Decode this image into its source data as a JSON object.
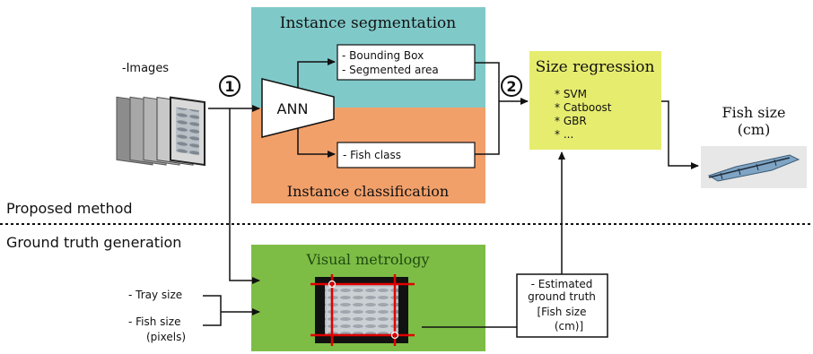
{
  "images_label": "-Images",
  "step1": "1",
  "step2": "2",
  "instance_segmentation": {
    "title": "Instance segmentation",
    "outputs": [
      "- Bounding Box",
      "- Segmented area"
    ]
  },
  "instance_classification": {
    "title": "Instance classification",
    "outputs": [
      "- Fish class"
    ]
  },
  "ann_label": "ANN",
  "size_regression": {
    "title": "Size regression",
    "methods": [
      "* SVM",
      "* Catboost",
      "* GBR",
      "* ..."
    ]
  },
  "fish_size": {
    "title_line1": "Fish size",
    "title_line2": "(cm)"
  },
  "proposed_method": "Proposed method",
  "ground_truth_generation": "Ground truth generation",
  "visual_metrology": {
    "title": "Visual metrology"
  },
  "inputs": {
    "tray_size": "- Tray size",
    "fish_size_line1": "- Fish size",
    "fish_size_line2": "(pixels)"
  },
  "estimated_gt": {
    "line1": "- Estimated",
    "line2": "ground truth",
    "line3": "[Fish size",
    "line4": "(cm)]"
  },
  "colors": {
    "segmentation_bg": "#80c9c9",
    "classification_bg": "#f2a06a",
    "regression_bg": "#e6ec6e",
    "metrology_bg": "#7dbd46",
    "metrology_title": "#1f4a10"
  }
}
